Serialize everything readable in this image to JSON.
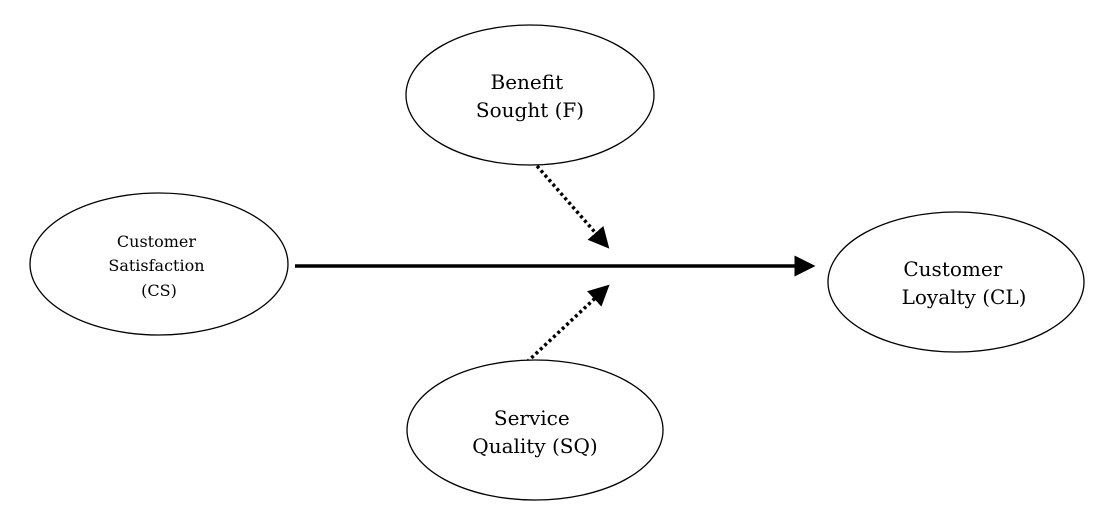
{
  "nodes": {
    "benefit_sought": {
      "lines": [
        "Benefit",
        "Sought (F)"
      ]
    },
    "customer_satisfaction": {
      "lines": [
        "Customer",
        "Satisfaction",
        "(CS)"
      ]
    },
    "service_quality": {
      "lines": [
        "Service",
        "Quality (SQ)"
      ]
    },
    "customer_loyalty": {
      "lines": [
        "Customer",
        "Loyalty (CL)"
      ]
    }
  },
  "edges": [
    {
      "from": "customer_satisfaction",
      "to": "customer_loyalty",
      "style": "solid"
    },
    {
      "from": "benefit_sought",
      "to": "main-path",
      "style": "dotted"
    },
    {
      "from": "service_quality",
      "to": "main-path",
      "style": "dotted"
    }
  ],
  "colors": {
    "stroke": "#000000",
    "fill": "#ffffff"
  }
}
